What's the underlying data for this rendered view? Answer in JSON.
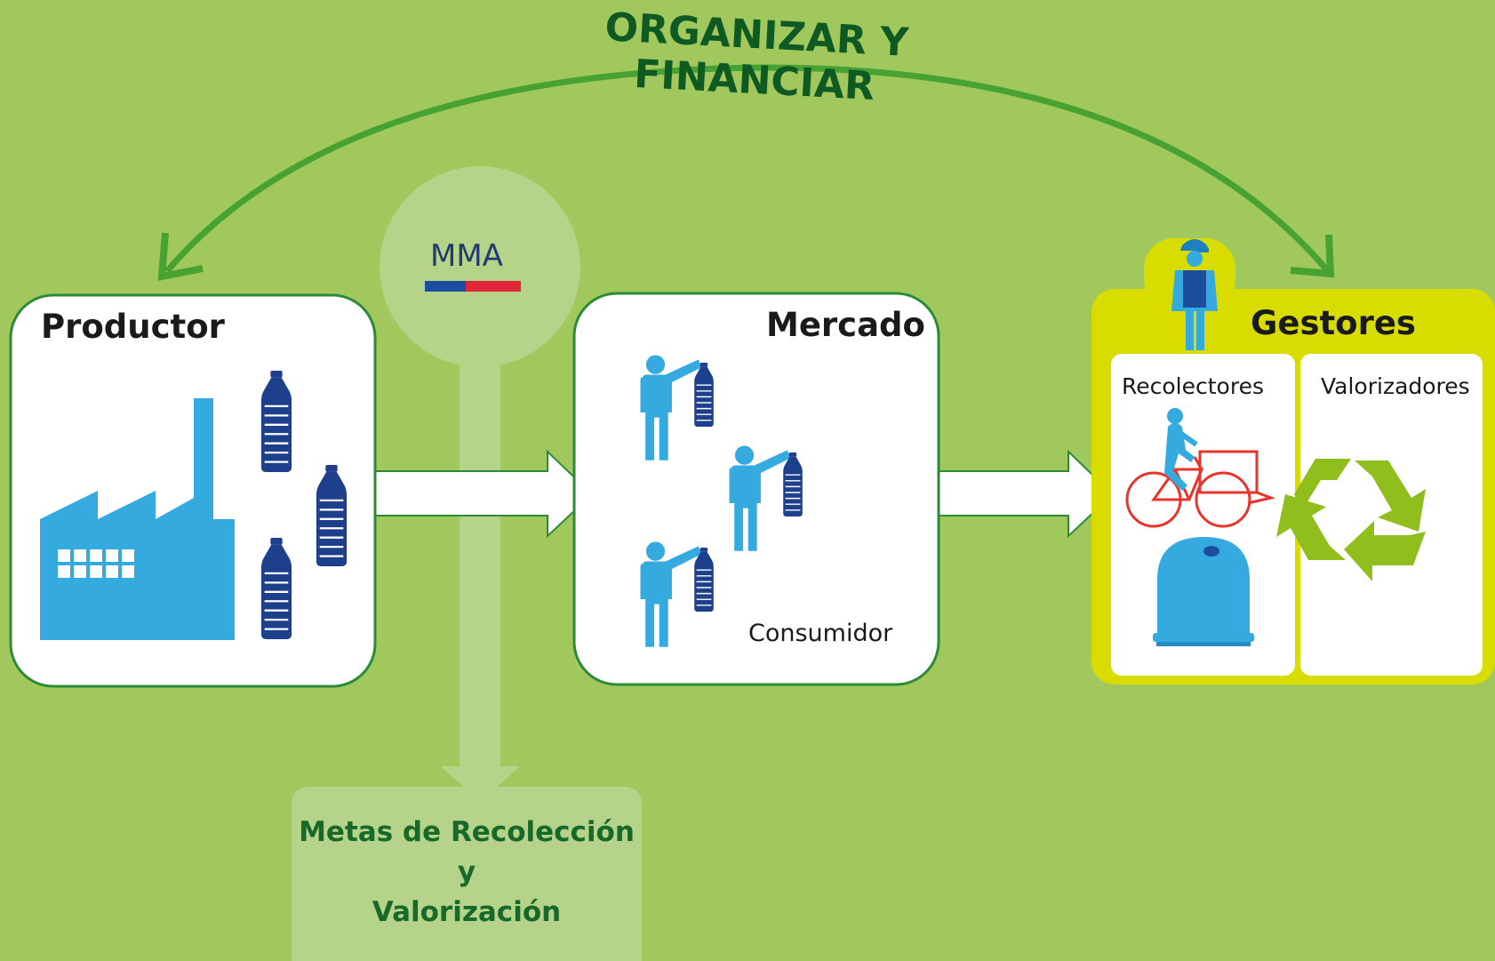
{
  "header": {
    "arc_text": "ORGANIZAR Y FINANCIAR"
  },
  "regulator": {
    "label": "MMA",
    "flag_colors": {
      "blue": "#1d4e9e",
      "red": "#e02638"
    }
  },
  "boxes": {
    "productor": {
      "title": "Productor"
    },
    "mercado": {
      "title": "Mercado",
      "sublabel": "Consumidor"
    },
    "gestores": {
      "title": "Gestores",
      "panels": [
        "Recolectores",
        "Valorizadores"
      ]
    }
  },
  "goal": {
    "lines": [
      "Metas de Recolección",
      "y",
      "Valorización"
    ]
  },
  "icons": [
    "factory-icon",
    "bottle-icon",
    "person-with-bottle-icon",
    "worker-icon",
    "cargo-bicycle-icon",
    "recycling-bin-icon",
    "recycle-icon"
  ],
  "colors": {
    "background": "#a1c85c",
    "arc": "#47a232",
    "box_border": "#2d8a36",
    "icon_blue": "#35aade",
    "bottle_blue": "#1d3f8c",
    "gestores_frame": "#d9dc00",
    "recycle_green": "#8fbe1d",
    "bicycle_red": "#e8342a",
    "goal_text": "#17692a"
  }
}
